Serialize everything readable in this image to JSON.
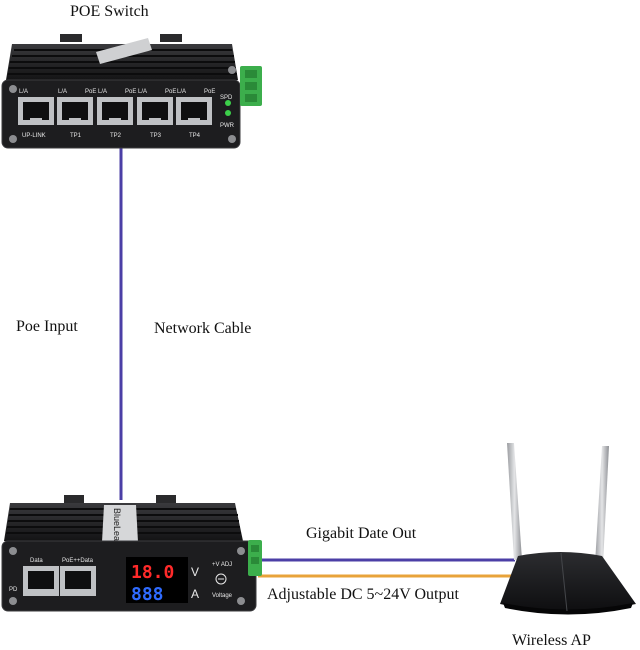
{
  "labels": {
    "poe_switch": "POE  Switch",
    "poe_input": "Poe Input",
    "network_cable": "Network Cable",
    "gigabit_out": "Gigabit Date Out",
    "dc_output": "Adjustable DC 5~24V Output",
    "wireless_ap": "Wireless AP"
  },
  "switch": {
    "port_labels": [
      "UP-LINK",
      "TP1",
      "TP2",
      "TP3",
      "TP4"
    ],
    "led_labels": [
      "L/A",
      "L/A",
      "PoE",
      "L/A",
      "PoE",
      "L/A",
      "PoE",
      "L/A",
      "PoE"
    ],
    "spd": "SPD",
    "pwr": "PWR"
  },
  "splitter": {
    "brand": "BlueLeaVision",
    "port_labels": [
      "Data",
      "PoE++Data"
    ],
    "pd": "PD",
    "voltage_readout": "18.0",
    "current_readout": "888",
    "v_unit": "V",
    "a_unit": "A",
    "adj": "+V ADJ",
    "voltage": "Voltage"
  },
  "colors": {
    "cable_blue": "#4b3fa6",
    "dc_orange": "#e8a33a",
    "device_body": "#1d1d1f",
    "led_red": "#ff2a2a",
    "led_blue": "#2f6bff",
    "terminal_green": "#3cae4c"
  }
}
